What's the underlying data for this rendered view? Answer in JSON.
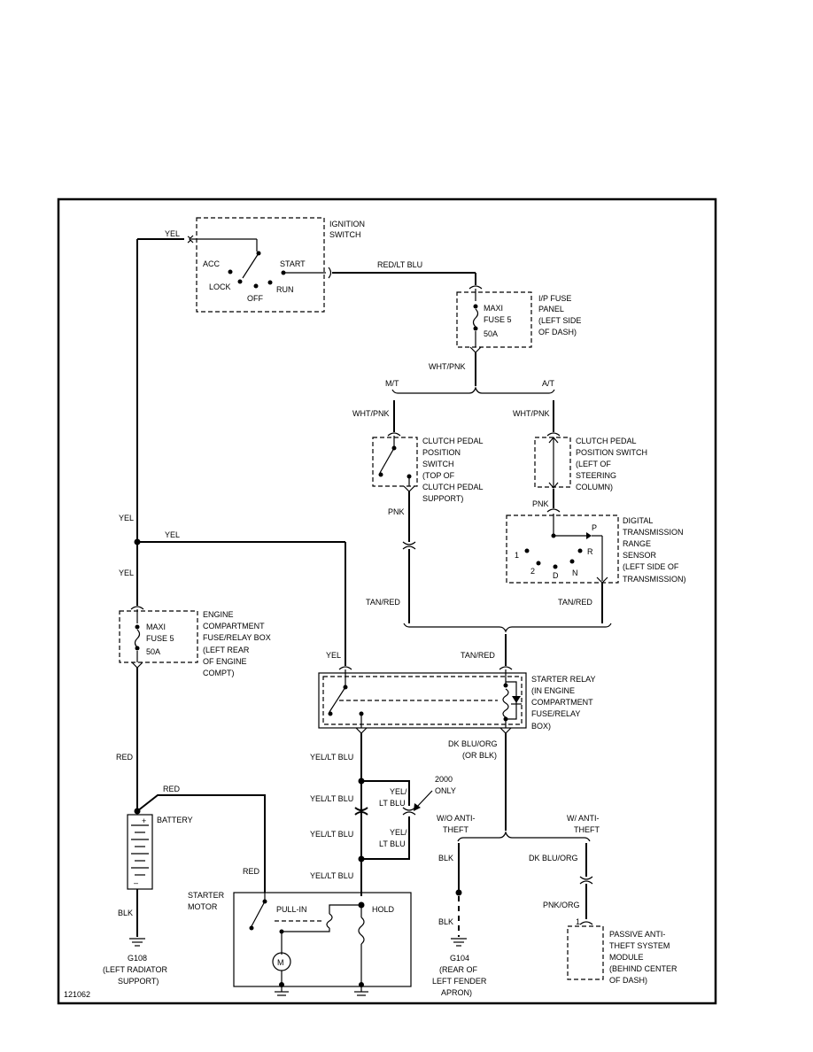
{
  "diagram_id": "121062",
  "ignition_switch": {
    "label": [
      "IGNITION",
      "SWITCH"
    ],
    "positions": {
      "acc": "ACC",
      "lock": "LOCK",
      "off": "OFF",
      "run": "RUN",
      "start": "START"
    }
  },
  "ip_fuse": {
    "fuse": [
      "MAXI",
      "FUSE 5",
      "50A"
    ],
    "location": [
      "I/P FUSE",
      "PANEL",
      "(LEFT SIDE",
      "OF DASH)"
    ]
  },
  "branches": {
    "mt": "M/T",
    "at": "A/T"
  },
  "clutch_switch_mt": [
    "CLUTCH PEDAL",
    "POSITION",
    "SWITCH",
    "(TOP OF",
    "CLUTCH PEDAL",
    "SUPPORT)"
  ],
  "clutch_switch_at": [
    "CLUTCH PEDAL",
    "POSITION SWITCH",
    "(LEFT OF",
    "STEERING",
    "COLUMN)"
  ],
  "trans_range_sensor": {
    "label": [
      "DIGITAL",
      "TRANSMISSION",
      "RANGE",
      "SENSOR",
      "(LEFT SIDE OF",
      "TRANSMISSION)"
    ],
    "positions": {
      "p": "P",
      "r": "R",
      "n": "N",
      "d": "D",
      "two": "2",
      "one": "1"
    }
  },
  "engine_fuse": {
    "fuse": [
      "MAXI",
      "FUSE 5",
      "50A"
    ],
    "location": [
      "ENGINE",
      "COMPARTMENT",
      "FUSE/RELAY BOX",
      "(LEFT REAR",
      "OF ENGINE",
      "COMPT)"
    ]
  },
  "starter_relay": [
    "STARTER RELAY",
    "(IN ENGINE",
    "COMPARTMENT",
    "FUSE/RELAY",
    "BOX)"
  ],
  "year_note": [
    "2000",
    "ONLY"
  ],
  "battery": "BATTERY",
  "starter_motor": {
    "label": [
      "STARTER",
      "MOTOR"
    ],
    "pull_in": "PULL-IN",
    "hold": "HOLD",
    "motor": "M"
  },
  "anti_theft": {
    "wo": [
      "W/O ANTI-",
      "THEFT"
    ],
    "w": [
      "W/ ANTI-",
      "THEFT"
    ],
    "module": [
      "PASSIVE ANTI-",
      "THEFT SYSTEM",
      "MODULE",
      "(BEHIND CENTER",
      "OF DASH)"
    ],
    "pin": "1"
  },
  "grounds": {
    "g108": [
      "G108",
      "(LEFT RADIATOR",
      "SUPPORT)"
    ],
    "g104": [
      "G104",
      "(REAR OF",
      "LEFT FENDER",
      "APRON)"
    ]
  },
  "wires": {
    "yel": "YEL",
    "red_lt_blu": "RED/LT BLU",
    "wht_pnk": "WHT/PNK",
    "pnk": "PNK",
    "tan_red": "TAN/RED",
    "red": "RED",
    "blk": "BLK",
    "yel_lt_blu": "YEL/LT BLU",
    "yel_lt_blu_split": [
      "YEL/",
      "LT BLU"
    ],
    "dk_blu_org_or_blk": [
      "DK BLU/ORG",
      "(OR BLK)"
    ],
    "dk_blu_org": "DK BLU/ORG",
    "pnk_org": "PNK/ORG"
  }
}
